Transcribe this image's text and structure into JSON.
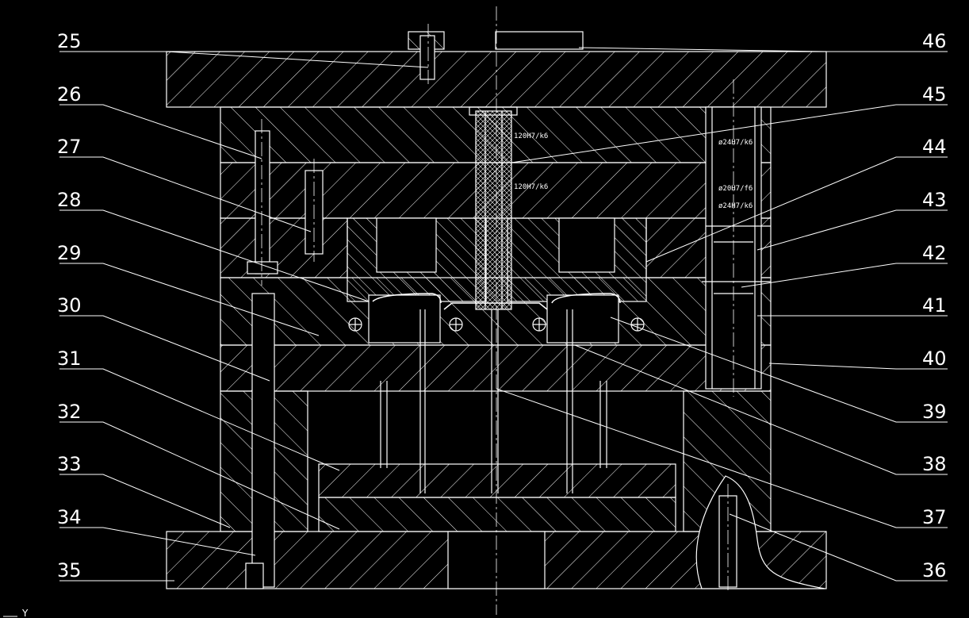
{
  "drawing": {
    "background": "#000000",
    "line_color": "#ffffff",
    "hatch_color": "#ffffff",
    "left_labels": [
      "25",
      "26",
      "27",
      "28",
      "29",
      "30",
      "31",
      "32",
      "33",
      "34",
      "35"
    ],
    "right_labels": [
      "46",
      "45",
      "44",
      "43",
      "42",
      "41",
      "40",
      "39",
      "38",
      "37",
      "36"
    ],
    "dimensions": {
      "sprue_upper": "120H7/k6",
      "sprue_lower": "120H7/k6",
      "bush_upper": "ø24H7/k6",
      "bush_mid": "ø20H7/f6",
      "bush_lower": "ø24H7/k6"
    },
    "axis_mark": "Y"
  }
}
